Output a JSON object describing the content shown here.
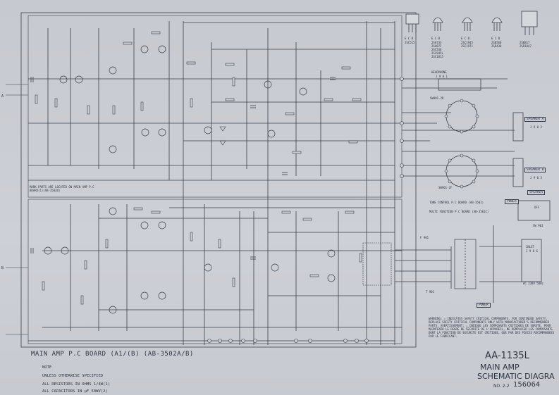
{
  "title_block": {
    "model": "AA-1135L",
    "line2": "MAIN AMP",
    "line3": "SCHEMATIC DIAGRA",
    "sheet": "NO. 2-2",
    "number": "156064"
  },
  "board_label": "MAIN AMP P.C BOARD (A1/(B) (AB-3502A/B)",
  "notes": {
    "heading": "NOTE",
    "line1": "UNLESS OTHERWISE SPECIFIED",
    "line2": "ALL RESISTORS IN OHMS 1/4W(1)",
    "line3": "ALL CAPACITORS IN μF  50WV(2)"
  },
  "parts_note": "MARK PARTS ARE LOCATED ON MAIN AMP P.C BOARD(1)(AB-3502B)",
  "labels": {
    "headphone": "HEADPHONE",
    "headphone_ref": "J 9 0 1",
    "speaker_a": "SPEAKER A",
    "speaker_a_ref": "J 9 0 2",
    "speaker_b": "SPEAKER B",
    "speaker_b_ref": "J 9 0 3",
    "speaker_sw": "SPEAKER",
    "switch_sw901_2r": "SW901-2R",
    "switch_sw901_2f": "SW901-2F",
    "power": "POWER",
    "off": "OFF",
    "sw901": "SW 901",
    "tone_board": "TONE CONTROL P.C BOARD (AB-3502)",
    "multi_board": "MULTI FUNCTION P.C BOARD (AB-3501C)",
    "inlet": "INLET",
    "inlet_ref": "J 9 0 6",
    "voltage": "AC 230V 50Hz",
    "fuse": "F 901",
    "transformer": "T 901",
    "power_box": "POWER",
    "a_left": "A",
    "b_left": "B"
  },
  "transistor_legend": [
    {
      "pins": "E C B",
      "types": "2SC515"
    },
    {
      "pins": "E C B",
      "types": "2SA733 2SA872 2SC536 2SC945L 2SC1815"
    },
    {
      "pins": "E C B",
      "types": "2SC1945 2SC1971"
    },
    {
      "pins": "E C B",
      "types": "2SB560 2SD438"
    },
    {
      "pins": "",
      "types": "2SB817 2SD1047"
    }
  ],
  "warning": "WARNING: △ INDICATES SAFETY CRITICAL COMPONENTS. FOR CONTINUED SAFETY, REPLACE SAFETY CRITICAL COMPONENTS ONLY WITH MANUFACTURER'S RECOMMENDED PARTS. AVERTISSEMENT: △ INDIQUE LES COMPOSANTS CRITIQUES DE SURETE. POUR MAINTENIR LE DEGRE DE SECURITE DE L'APPAREIL, NE REMPLACER LES COMPOSANTS DONT LA FONCTION DE SECURITE EST CRITIQUE, QUE PAR DES PIECES RECOMMANDEES PAR LE FABRICANT."
}
